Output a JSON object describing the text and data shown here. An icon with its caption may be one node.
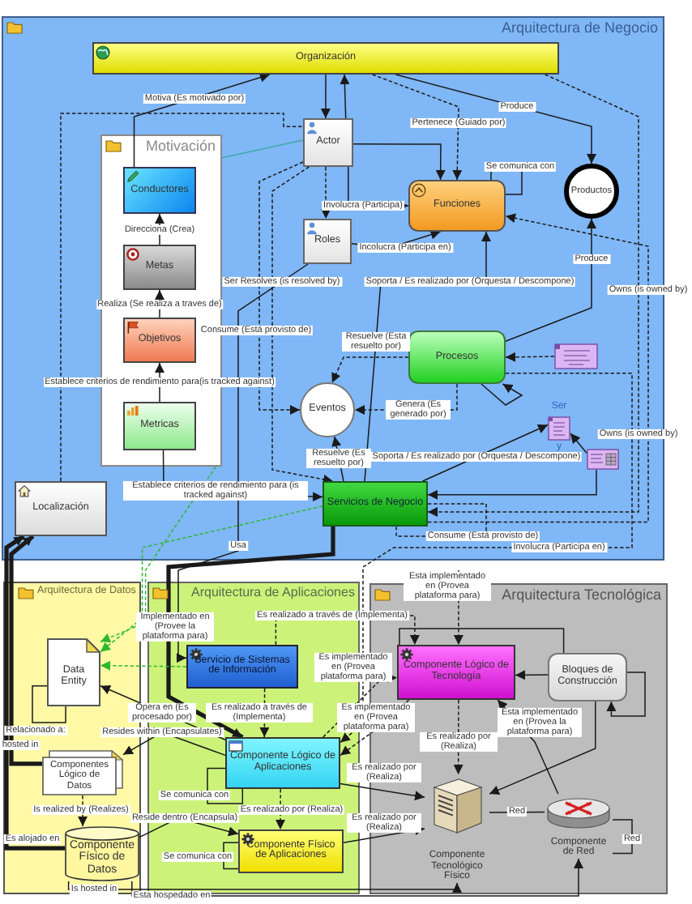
{
  "diagram": {
    "nodes": [
      {
        "text": [
          "Arquitectura de Negocio"
        ]
      },
      {
        "text": [
          "Organización"
        ],
        "in": 0
      },
      {
        "text": [
          "Motivación"
        ],
        "in": 0
      },
      {
        "text": [
          "Conductores"
        ],
        "in": 2
      },
      {
        "text": [
          "Metas"
        ],
        "in": 2
      },
      {
        "text": [
          "Objetivos"
        ],
        "in": 2
      },
      {
        "text": [
          "Metricas"
        ],
        "in": 2
      },
      {
        "text": [
          "Actor"
        ],
        "in": 0
      },
      {
        "text": [
          "Roles"
        ],
        "in": 0
      },
      {
        "text": [
          "Funciones"
        ],
        "in": 0
      },
      {
        "text": [
          "Productos"
        ],
        "in": 0
      },
      {
        "text": [
          "Procesos"
        ],
        "in": 0
      },
      {
        "text": [
          "Eventos"
        ],
        "in": 0
      },
      {
        "text": [
          "Localización"
        ],
        "in": 0
      },
      {
        "text": [
          "Servicios de Negocio"
        ],
        "in": 0
      },
      {
        "text": [],
        "shape": "picture",
        "in": 0
      },
      {
        "text": [],
        "shape": "picture",
        "in": 0,
        "beside": [
          "Ser",
          "y"
        ]
      },
      {
        "text": [],
        "shape": "picture",
        "in": 0
      },
      {
        "text": [
          "Arquitectura de Datos"
        ]
      },
      {
        "text": [
          "Data Entity"
        ],
        "in": 18
      },
      {
        "text": [
          "Componentes Lógico de Datos"
        ],
        "in": 18
      },
      {
        "text": [
          "Componente Físico de Datos"
        ],
        "in": 18
      },
      {
        "text": [
          "Arquitectura de Aplicaciones"
        ]
      },
      {
        "text": [
          "Servicio de Sistemas de Información"
        ],
        "in": 22
      },
      {
        "text": [
          "Componente Lógico de Aplicaciones"
        ],
        "in": 22
      },
      {
        "text": [
          "Componente Físico de Aplicaciones"
        ],
        "in": 22
      },
      {
        "text": [
          "Arquitectura Tecnológica"
        ]
      },
      {
        "text": [
          "Componente Lógico de Tecnología"
        ],
        "in": 26
      },
      {
        "text": [
          "Bloques de Construcción"
        ],
        "in": 26
      },
      {
        "text": [
          "Componente Tecnológico Físico"
        ],
        "in": 26
      },
      {
        "text": [
          "Componente de Red"
        ],
        "in": 26
      }
    ],
    "edges": [
      {
        "from": 3,
        "to": 1,
        "arrow": "to",
        "label": "Motiva (Es motivado por)"
      },
      {
        "from": 4,
        "to": 3,
        "arrow": "to",
        "label": "Direcciona (Crea)"
      },
      {
        "from": 5,
        "to": 4,
        "arrow": "to",
        "label": "Realiza (Se realiza a traves de)"
      },
      {
        "from": 6,
        "to": 5,
        "arrow": "to",
        "label": "Establece criterios de rendimiento para(is tracked against)"
      },
      {
        "from": 6,
        "to": 14,
        "arrow": "to",
        "label": "Establece criterios de rendimiento para (is tracked against)"
      },
      {
        "from": 1,
        "to": 7,
        "arrow": "to"
      },
      {
        "from": 7,
        "to": 1,
        "arrow": "to"
      },
      {
        "from": 13,
        "to": 7,
        "arrow": "none",
        "style": "dashed"
      },
      {
        "from": 1,
        "to": 9,
        "arrow": "to",
        "style": "dashed",
        "label": "Pertenece (Guiado por)"
      },
      {
        "from": 1,
        "to": 10,
        "arrow": "to",
        "label": "Produce"
      },
      {
        "from": 9,
        "to": 9,
        "arrow": "none",
        "label": "Se comunica con"
      },
      {
        "from": 7,
        "to": 9,
        "arrow": "to"
      },
      {
        "from": 7,
        "to": 9,
        "arrow": "to",
        "label": "Involucra (Participa)"
      },
      {
        "from": 8,
        "to": 9,
        "arrow": "to",
        "label": "Incolucra (Participa en)"
      },
      {
        "from": 7,
        "to": 8,
        "arrow": "to",
        "style": "dashed"
      },
      {
        "from": 14,
        "to": 9,
        "arrow": "to",
        "label": "Soporta / Es realizado por (Orquesta / Descompone)"
      },
      {
        "from": 8,
        "to": 23,
        "arrow": "to",
        "label": "Usa"
      },
      {
        "from": 7,
        "to": 12,
        "arrow": "to",
        "style": "dashed",
        "label": "Ser Resolves (is resolved by)"
      },
      {
        "from": 7,
        "to": 14,
        "arrow": "to",
        "style": "dashed",
        "label": "Consume (Está provisto de)"
      },
      {
        "from": 11,
        "to": 12,
        "arrow": "to",
        "style": "dashed",
        "label": "Resuelve (Esta resuelto por)"
      },
      {
        "from": 11,
        "to": 12,
        "arrow": "to",
        "style": "dashed",
        "label": "Genera (Es generado por)"
      },
      {
        "from": 14,
        "to": 12,
        "arrow": "to",
        "label": "Resuelve (Es resuelto por)"
      },
      {
        "from": 11,
        "to": 10,
        "arrow": "to",
        "label": "Produce"
      },
      {
        "from": 15,
        "to": 11,
        "arrow": "to",
        "style": "dashed"
      },
      {
        "from": 11,
        "to": 11,
        "arrow": "to"
      },
      {
        "from": 14,
        "to": 9,
        "arrow": "to",
        "style": "dashed",
        "label": "Owns (is owned by)"
      },
      {
        "from": 1,
        "to": 14,
        "arrow": "to",
        "style": "dashed",
        "label": "Owns (is owned by)"
      },
      {
        "from": 14,
        "to": 16,
        "arrow": "to",
        "label": "Soporta / Es realizado por (Orquesta / Descompone)"
      },
      {
        "from": 17,
        "to": 16,
        "arrow": "to"
      },
      {
        "from": 17,
        "to": 14,
        "arrow": "to"
      },
      {
        "from": 14,
        "to": 14,
        "arrow": "none",
        "style": "dashed",
        "label": "Consume (Está provisto de)"
      },
      {
        "from": 11,
        "to": 24,
        "arrow": "to",
        "style": "dashed",
        "label": "Involucra (Participa en)"
      },
      {
        "from": 2,
        "to": 7,
        "arrow": "none",
        "color": "#3fa9a9"
      },
      {
        "from": 14,
        "to": 24,
        "arrow": "to",
        "style": "thick",
        "label": "Implementado en (Provee la plataforma para)"
      },
      {
        "from": 23,
        "to": 27,
        "arrow": "to",
        "style": "dashed",
        "label": "Es realizado a través de (Implementa)"
      },
      {
        "from": null,
        "to": 27,
        "arrow": "to",
        "style": "dashed",
        "label": "Esta implementado en (Provea plataforma para)"
      },
      {
        "from": 24,
        "to": 27,
        "arrow": "to",
        "style": "dashed",
        "label": "Es implementado en (Provea plataforma para)"
      },
      {
        "from": 27,
        "to": 24,
        "arrow": "to",
        "style": "dashed",
        "label": "Es implementado en (Provea plataforma para)"
      },
      {
        "from": 30,
        "to": 27,
        "arrow": "to",
        "label": "Esta implementado en (Provea la plataforma para)"
      },
      {
        "from": 27,
        "to": 29,
        "arrow": "to",
        "style": "dashed",
        "label": "Es realizado por (Realiza)"
      },
      {
        "from": 28,
        "to": 27,
        "arrow": "to"
      },
      {
        "from": 28,
        "to": 29,
        "arrow": "to"
      },
      {
        "from": 28,
        "to": 28,
        "arrow": "to"
      },
      {
        "from": 27,
        "to": 28,
        "arrow": "none"
      },
      {
        "from": 29,
        "to": 30,
        "arrow": "none",
        "label": "Red"
      },
      {
        "from": 30,
        "to": 30,
        "arrow": "none",
        "label": "Red"
      },
      {
        "from": 24,
        "to": 25,
        "arrow": "to",
        "style": "dashed",
        "label": "Es realizado por (Realiza)"
      },
      {
        "from": 24,
        "to": 24,
        "arrow": "none",
        "label": "Se comunica con"
      },
      {
        "from": 25,
        "to": 25,
        "arrow": "none",
        "label": "Se comunica con"
      },
      {
        "from": 21,
        "to": 25,
        "arrow": "to",
        "label": "Reside dentro (Encapsula)"
      },
      {
        "from": 24,
        "to": 20,
        "arrow": "to",
        "label": "Resides within (Encapsulates)"
      },
      {
        "from": 24,
        "to": 19,
        "arrow": "to",
        "label": "Opera en (Es procesado por)"
      },
      {
        "from": 23,
        "to": 24,
        "arrow": "to",
        "style": "dashed",
        "label": "Es realizado a través de (Implementa)"
      },
      {
        "from": 14,
        "to": 19,
        "arrow": "to",
        "style": "dashed",
        "color": "#2eb82e"
      },
      {
        "from": 2,
        "to": 19,
        "arrow": "to",
        "style": "dashed",
        "color": "#2eb82e"
      },
      {
        "from": 23,
        "to": 19,
        "arrow": "to",
        "style": "dashed",
        "color": "#2eb82e"
      },
      {
        "from": 19,
        "to": 19,
        "arrow": "none",
        "label": "Relacionado a:"
      },
      {
        "from": 20,
        "to": 21,
        "arrow": "to",
        "style": "dashed",
        "label": "Is realized by (Realizes)"
      },
      {
        "from": 20,
        "to": 13,
        "arrow": "to",
        "style": "thick",
        "label": "hosted in"
      },
      {
        "from": 21,
        "to": 13,
        "arrow": "to",
        "style": "thick",
        "label": "Es alojado en"
      },
      {
        "from": 21,
        "to": 29,
        "arrow": "to",
        "label": "Is hosted in"
      },
      {
        "from": 21,
        "to": 30,
        "arrow": "to",
        "label": "Esta hospedado en"
      },
      {
        "from": 24,
        "to": 29,
        "arrow": "to",
        "label": "Es realizado por (Realiza)"
      },
      {
        "from": 25,
        "to": 29,
        "arrow": "to",
        "label": "Es realizado por (Realiza)"
      }
    ]
  }
}
